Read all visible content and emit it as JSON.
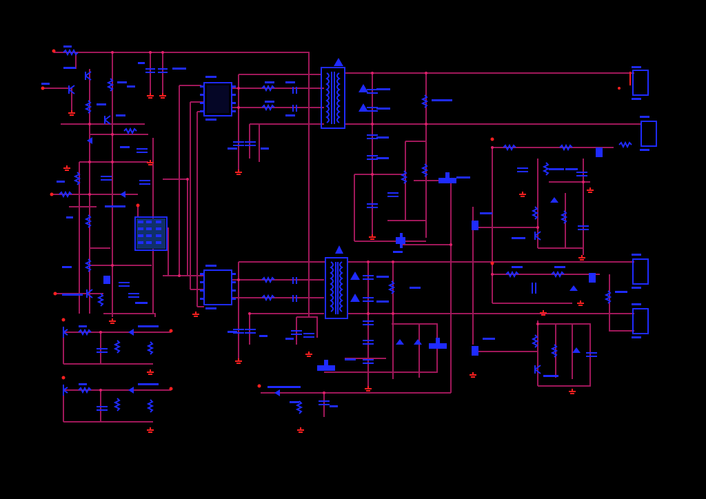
{
  "diagram": {
    "type": "electrical-schematic",
    "colors": {
      "background": "#000000",
      "wire": "#a0185a",
      "component": "#1f2bff",
      "junction": "#e0206a",
      "ground": "#ff2020"
    },
    "ics": [
      {
        "id": "ic-controller",
        "kind": "controller-ic"
      },
      {
        "id": "ic-driver-top",
        "kind": "gate-driver"
      },
      {
        "id": "ic-driver-bottom",
        "kind": "gate-driver"
      }
    ],
    "transformers": [
      {
        "id": "transformer-top"
      },
      {
        "id": "transformer-bottom"
      }
    ],
    "connectors": [
      {
        "id": "connector-1"
      },
      {
        "id": "connector-2"
      },
      {
        "id": "connector-3"
      },
      {
        "id": "connector-4"
      }
    ]
  }
}
